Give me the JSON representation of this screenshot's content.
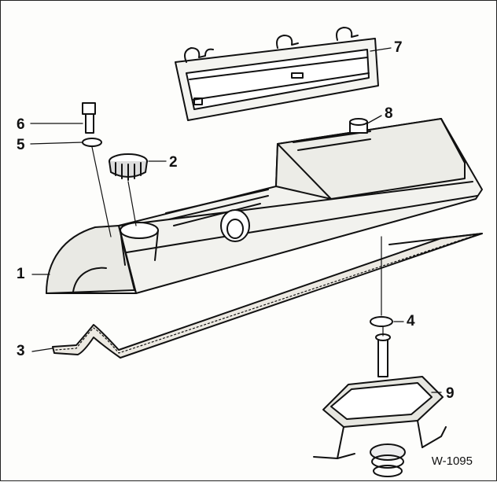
{
  "figure": {
    "code": "W-1095"
  },
  "callouts": {
    "c1": "1",
    "c2": "2",
    "c3": "3",
    "c4": "4",
    "c5": "5",
    "c6": "6",
    "c7": "7",
    "c8": "8",
    "c9": "9"
  }
}
